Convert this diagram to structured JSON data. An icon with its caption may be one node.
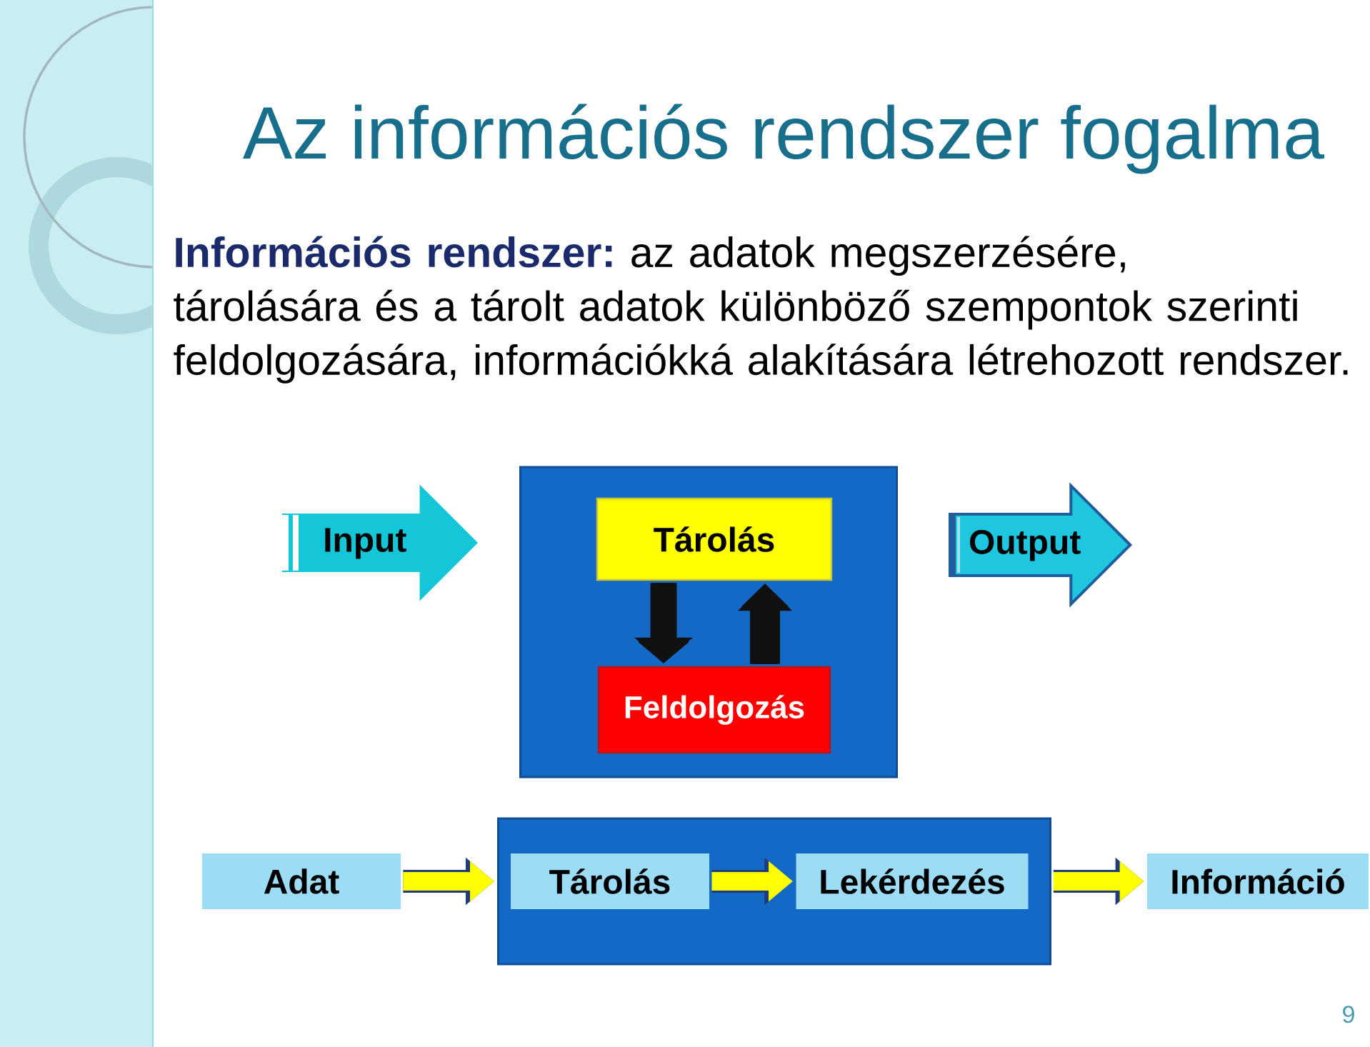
{
  "diagram": {
    "title": "Az információs rendszer fogalma",
    "nodes": [
      {
        "text": [
          "Input"
        ]
      },
      {
        "text": [],
        "shape": "box"
      },
      {
        "text": [
          "Tárolás"
        ],
        "in": 1
      },
      {
        "text": [
          "Feldolgozás"
        ],
        "in": 1
      },
      {
        "text": [
          "Output"
        ]
      },
      {
        "text": [
          "Adat"
        ]
      },
      {
        "text": [],
        "shape": "box"
      },
      {
        "text": [
          "Tárolás"
        ],
        "in": 6
      },
      {
        "text": [
          "Lekérdezés"
        ],
        "in": 6
      },
      {
        "text": [
          "Információ"
        ]
      }
    ],
    "edges": [
      {
        "from": 2,
        "to": 3,
        "arrow": "to",
        "color": "#111111"
      },
      {
        "from": 3,
        "to": 2,
        "arrow": "to",
        "color": "#111111"
      },
      {
        "from": 5,
        "to": 6,
        "arrow": "to"
      },
      {
        "from": 7,
        "to": 8,
        "arrow": "to"
      },
      {
        "from": 6,
        "to": 9,
        "arrow": "to"
      }
    ],
    "labels": [
      "**Információs rendszer:** az adatok megszerzésére, tárolására és a tárolt adatok különböző szempontok szerinti feldolgozására, információkká alakítására létrehozott rendszer.",
      "9"
    ]
  }
}
